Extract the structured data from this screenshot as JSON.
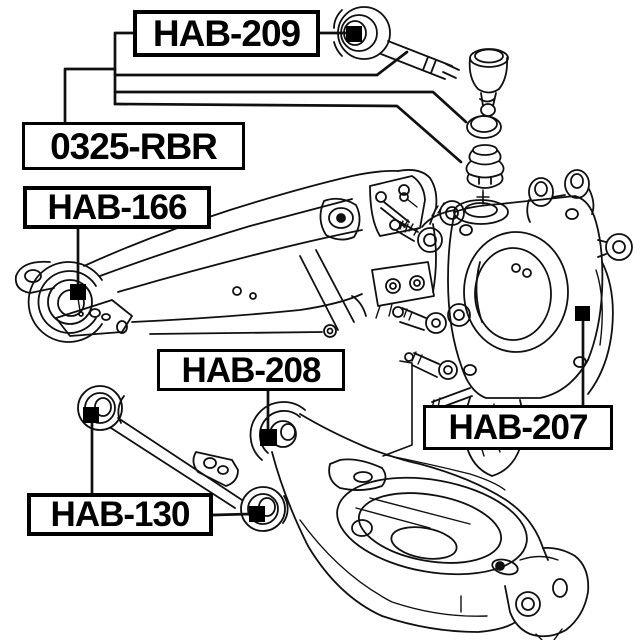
{
  "diagram": {
    "background_color": "#ffffff",
    "line_color": "#000000",
    "marker_color": "#000000",
    "labels": [
      {
        "id": "hab-209",
        "text": "HAB-209"
      },
      {
        "id": "0325-rbr",
        "text": "0325-RBR"
      },
      {
        "id": "hab-166",
        "text": "HAB-166"
      },
      {
        "id": "hab-208",
        "text": "HAB-208"
      },
      {
        "id": "hab-130",
        "text": "HAB-130"
      },
      {
        "id": "hab-207",
        "text": "HAB-207"
      }
    ],
    "markers": [
      {
        "for": "HAB-209",
        "icon": "black-square-marker"
      },
      {
        "for": "HAB-166",
        "icon": "black-square-marker"
      },
      {
        "for": "HAB-208",
        "icon": "black-square-marker"
      },
      {
        "for": "HAB-130",
        "icon": "black-square-marker"
      },
      {
        "for": "HAB-130",
        "icon": "black-square-marker"
      },
      {
        "for": "HAB-207",
        "icon": "black-square-marker"
      }
    ],
    "parts_depicted": [
      "rear-upper-control-arm-with-ball-joint",
      "snap-ring",
      "ball-joint-dust-boot",
      "rear-trailing-arm",
      "rear-knuckle-hub-carrier",
      "rear-lateral-rod",
      "rear-lower-control-arm-spring-seat"
    ]
  }
}
